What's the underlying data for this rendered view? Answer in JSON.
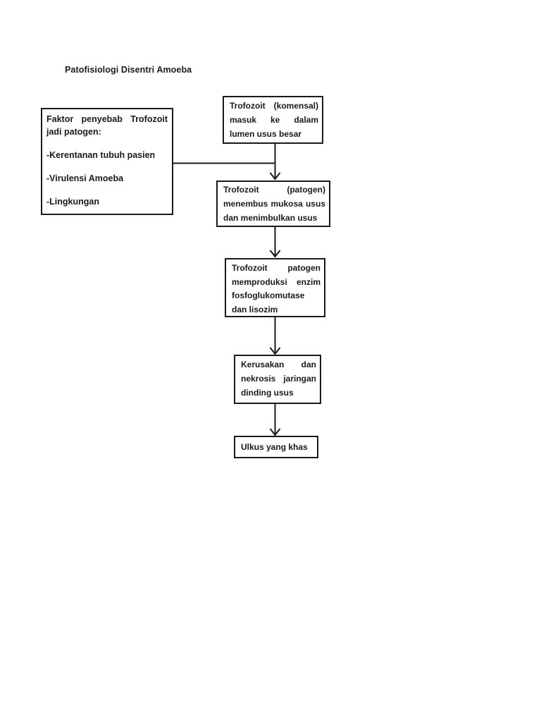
{
  "page": {
    "title": "Patofisiologi Disentri Amoeba",
    "background_color": "#ffffff",
    "ink_color": "#1a1a1a"
  },
  "flowchart": {
    "factor_box": {
      "heading_lines": [
        "Faktor penyebab Trofozoit",
        "jadi patogen:"
      ],
      "bullets": [
        "-Kerentanan tubuh pasien",
        "-Virulensi Amoeba",
        "-Lingkungan"
      ]
    },
    "steps": [
      {
        "id": "komensal",
        "lines": [
          "Trofozoit (komensal)",
          "masuk ke dalam",
          "lumen usus besar"
        ]
      },
      {
        "id": "patogen",
        "lines": [
          "Trofozoit (patogen)",
          "menembus mukosa usus",
          "dan menimbulkan usus"
        ]
      },
      {
        "id": "enzim",
        "lines": [
          "Trofozoit patogen",
          "memproduksi enzim",
          "fosfoglukomutase",
          "dan lisozim"
        ]
      },
      {
        "id": "kerusakan",
        "lines": [
          "Kerusakan dan",
          "nekrosis jaringan",
          "dinding usus"
        ]
      },
      {
        "id": "ulkus",
        "lines": [
          "Ulkus yang khas"
        ]
      }
    ],
    "connections": [
      {
        "from": "komensal",
        "to": "patogen"
      },
      {
        "from": "factor_box",
        "to": "komensal-patogen-arrow"
      },
      {
        "from": "patogen",
        "to": "enzim"
      },
      {
        "from": "enzim",
        "to": "kerusakan"
      },
      {
        "from": "kerusakan",
        "to": "ulkus"
      }
    ]
  }
}
